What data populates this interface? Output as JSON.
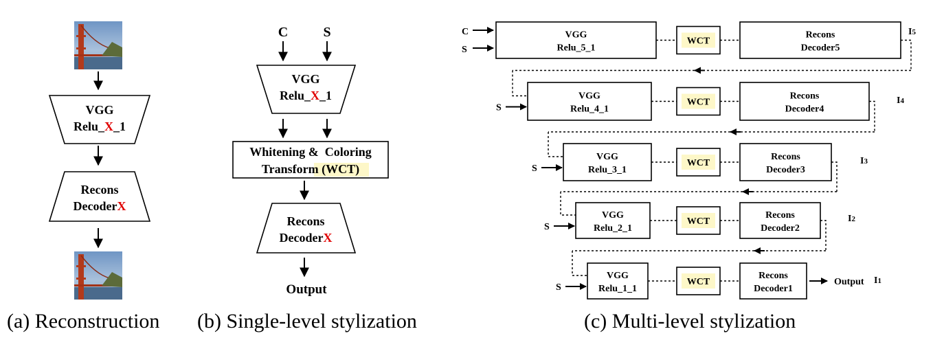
{
  "panel_a": {
    "encoder_line1": "VGG",
    "encoder_line2_pre": "Relu_",
    "encoder_line2_x": "X",
    "encoder_line2_post": "_1",
    "decoder_line1": "Recons",
    "decoder_line2_pre": "Decoder",
    "decoder_line2_x": "X",
    "caption": "(a) Reconstruction"
  },
  "panel_b": {
    "input_c": "C",
    "input_s": "S",
    "encoder_line1": "VGG",
    "encoder_line2_pre": "Relu_",
    "encoder_line2_x": "X",
    "encoder_line2_post": "_1",
    "wct_line1": "Whitening &  Coloring",
    "wct_line2_pre": "Transform ",
    "wct_line2_hl": "(WCT)",
    "decoder_line1": "Recons",
    "decoder_line2_pre": "Decoder",
    "decoder_line2_x": "X",
    "output": "Output",
    "caption": "(b) Single-level stylization"
  },
  "panel_c": {
    "caption": "(c) Multi-level stylization",
    "input_c": "C",
    "input_s": "S",
    "output_label": "Output",
    "levels": [
      {
        "vgg": "VGG",
        "relu": "Relu_5_1",
        "wct": "WCT",
        "dec1": "Recons",
        "dec2": "Decoder5",
        "out": "I5"
      },
      {
        "vgg": "VGG",
        "relu": "Relu_4_1",
        "wct": "WCT",
        "dec1": "Recons",
        "dec2": "Decoder4",
        "out": "I4"
      },
      {
        "vgg": "VGG",
        "relu": "Relu_3_1",
        "wct": "WCT",
        "dec1": "Recons",
        "dec2": "Decoder3",
        "out": "I3"
      },
      {
        "vgg": "VGG",
        "relu": "Relu_2_1",
        "wct": "WCT",
        "dec1": "Recons",
        "dec2": "Decoder2",
        "out": "I2"
      },
      {
        "vgg": "VGG",
        "relu": "Relu_1_1",
        "wct": "WCT",
        "dec1": "Recons",
        "dec2": "Decoder1",
        "out": "I1"
      }
    ]
  },
  "colors": {
    "highlight": "#fdf7c8",
    "accent": "#e00000"
  }
}
